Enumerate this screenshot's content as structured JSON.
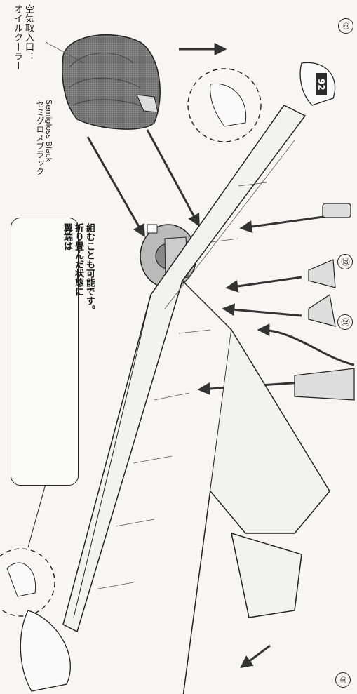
{
  "labels": {
    "oil_cooler": "オイルクーラー",
    "air_intake": "空気取入口：",
    "paint_code": "92",
    "paint_name_jp": "セミグロスブラック",
    "paint_name_en": "Semigloss Black"
  },
  "note": {
    "line1": "翼端は",
    "line2": "折り畳んだ状態に",
    "line3": "組むことも可能です。"
  },
  "step_numbers": {
    "n8": "⑧",
    "n22": "㉒",
    "n21": "㉑",
    "n9": "⑨"
  }
}
